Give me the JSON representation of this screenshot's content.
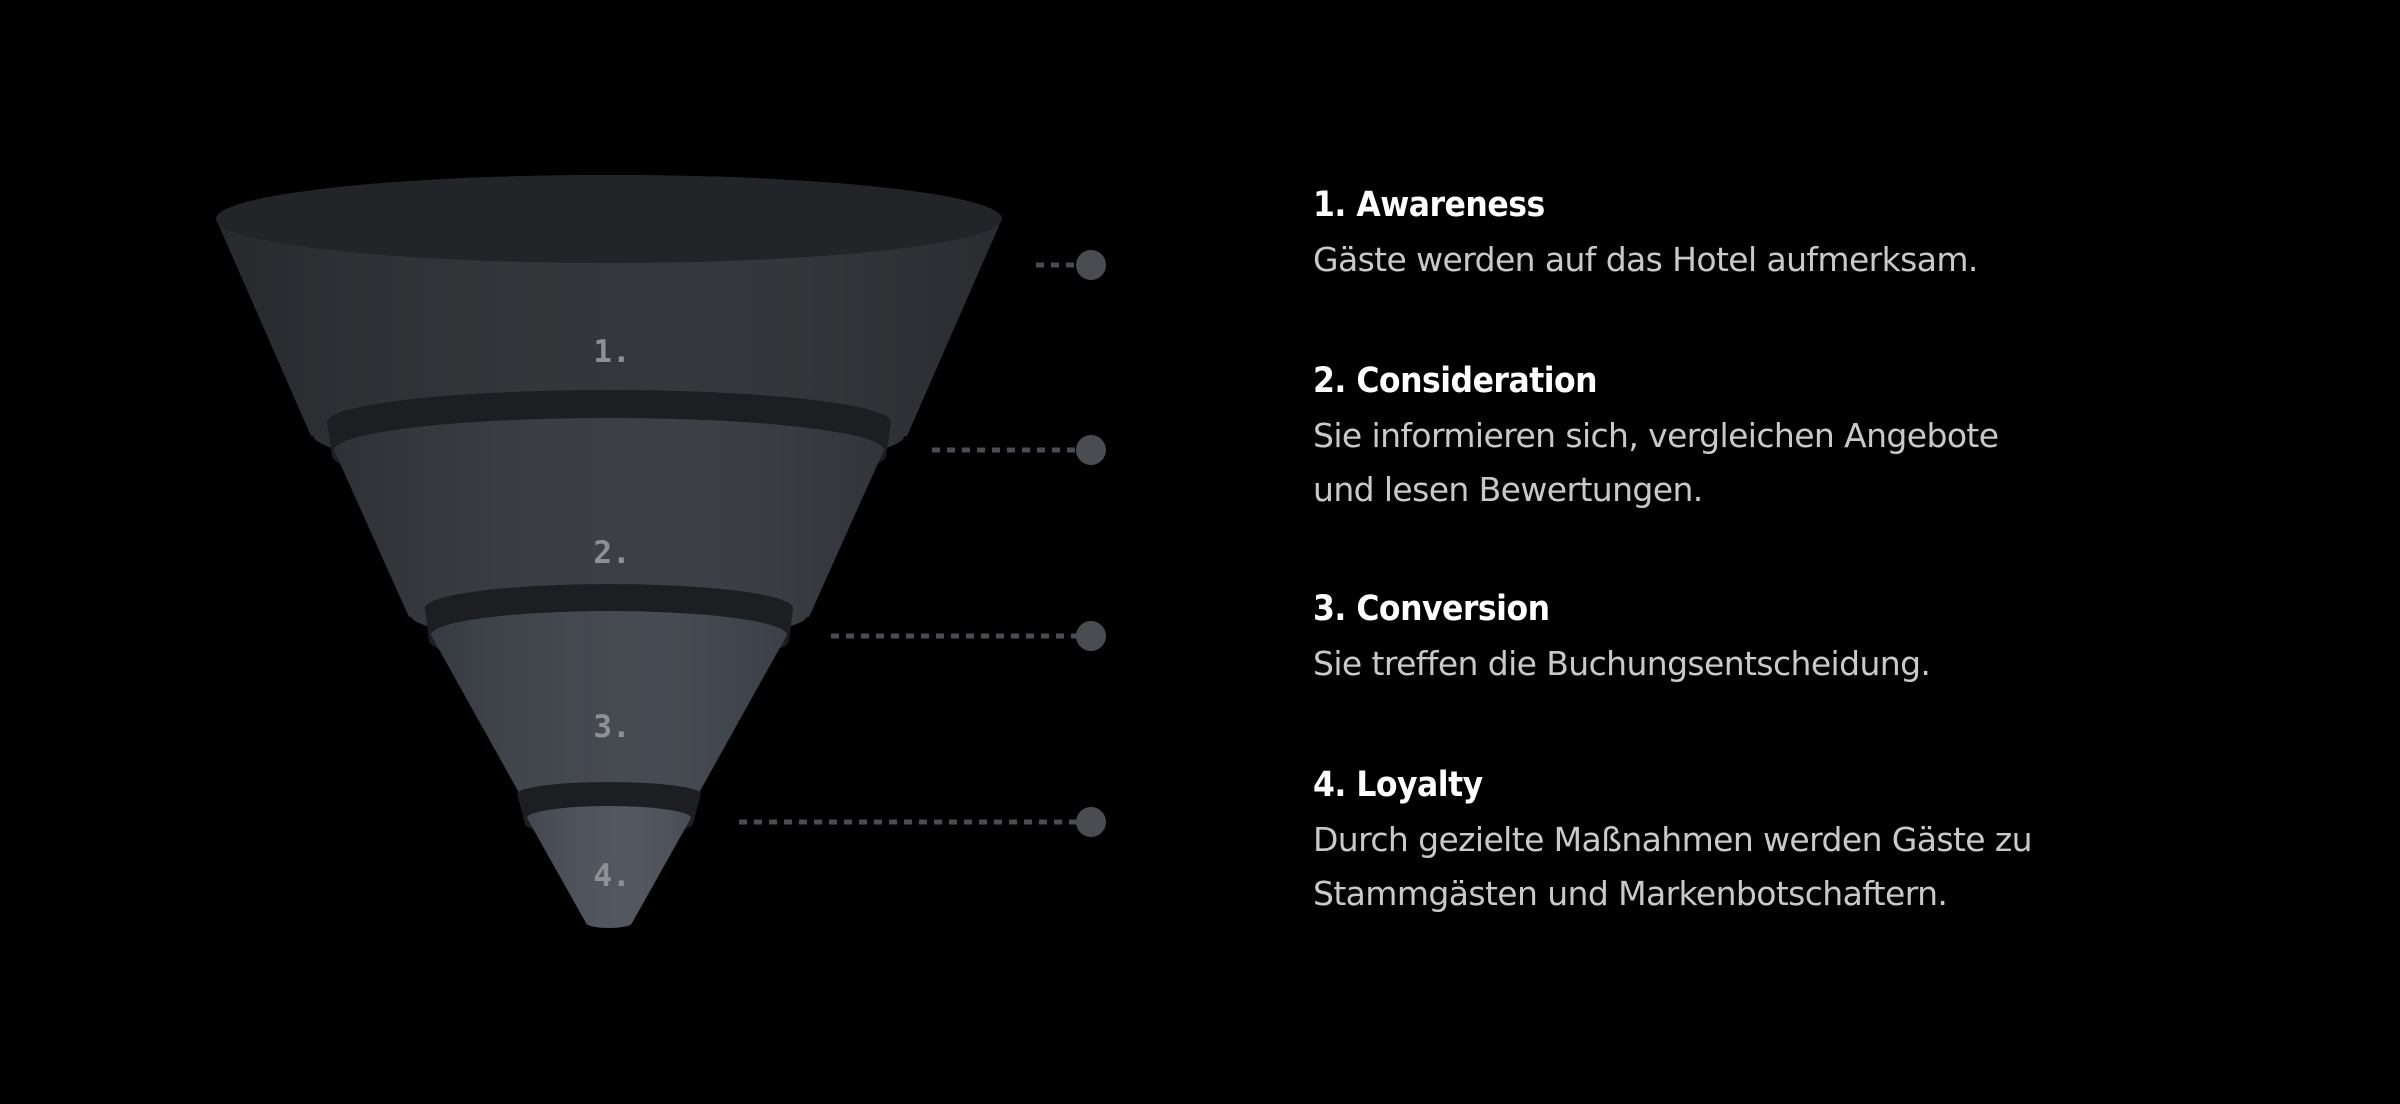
{
  "funnel": {
    "segments": [
      {
        "label": "1.",
        "color": "#2c2e33"
      },
      {
        "label": "2.",
        "color": "#34373d"
      },
      {
        "label": "3.",
        "color": "#3e424a"
      },
      {
        "label": "4.",
        "color": "#4c5059"
      }
    ],
    "connector_color": "#4a4c52"
  },
  "stages": [
    {
      "title": "1. Awareness",
      "description": "Gäste werden auf das Hotel aufmerksam."
    },
    {
      "title": "2. Consideration",
      "description": "Sie informieren sich, vergleichen Angebote und lesen Bewertungen."
    },
    {
      "title": "3. Conversion",
      "description": "Sie treffen die Buchungsentscheidung."
    },
    {
      "title": "4. Loyalty",
      "description": "Durch gezielte Maßnahmen werden Gäste zu Stammgästen und Markenbotschaftern."
    }
  ]
}
